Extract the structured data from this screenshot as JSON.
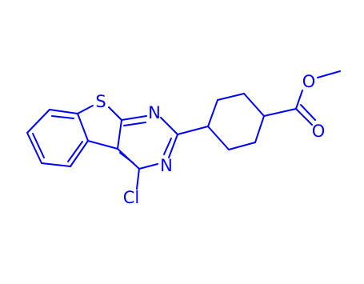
{
  "molecule": {
    "bond_color": "#0000ff",
    "label_color": "#0000ff",
    "atom_labels": {
      "sulfur": "S",
      "nitrogen_top": "N",
      "nitrogen_bottom": "N",
      "chlorine": "Cl",
      "ester_oxygen": "O",
      "carbonyl_oxygen": "O"
    }
  }
}
